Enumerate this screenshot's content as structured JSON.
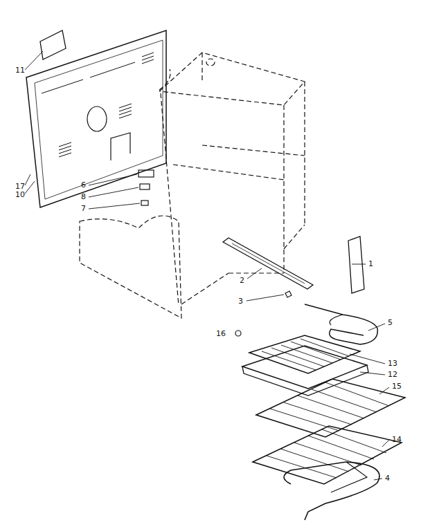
{
  "diagram": {
    "labels": [
      "11",
      "17",
      "10",
      "6",
      "8",
      "7",
      "1",
      "2",
      "3",
      "5",
      "16",
      "13",
      "12",
      "15",
      "14",
      "4"
    ]
  }
}
